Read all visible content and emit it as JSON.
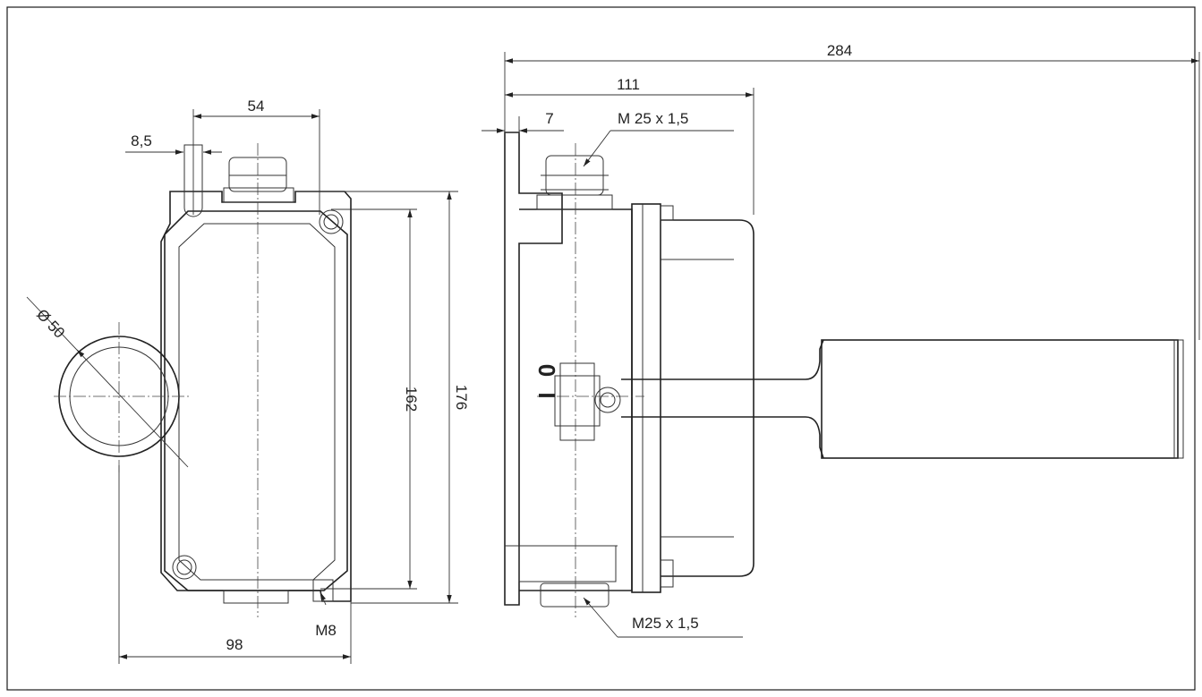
{
  "dimensions": {
    "d54": "54",
    "d8_5": "8,5",
    "d50": "Ø 50",
    "d98": "98",
    "d162": "162",
    "d176": "176",
    "m8": "M8",
    "d284": "284",
    "d111": "111",
    "d7": "7",
    "thread_top": "M 25 x 1,5",
    "thread_bottom": "M25 x 1,5"
  },
  "switch_positions": {
    "off": "0",
    "on": "I"
  }
}
